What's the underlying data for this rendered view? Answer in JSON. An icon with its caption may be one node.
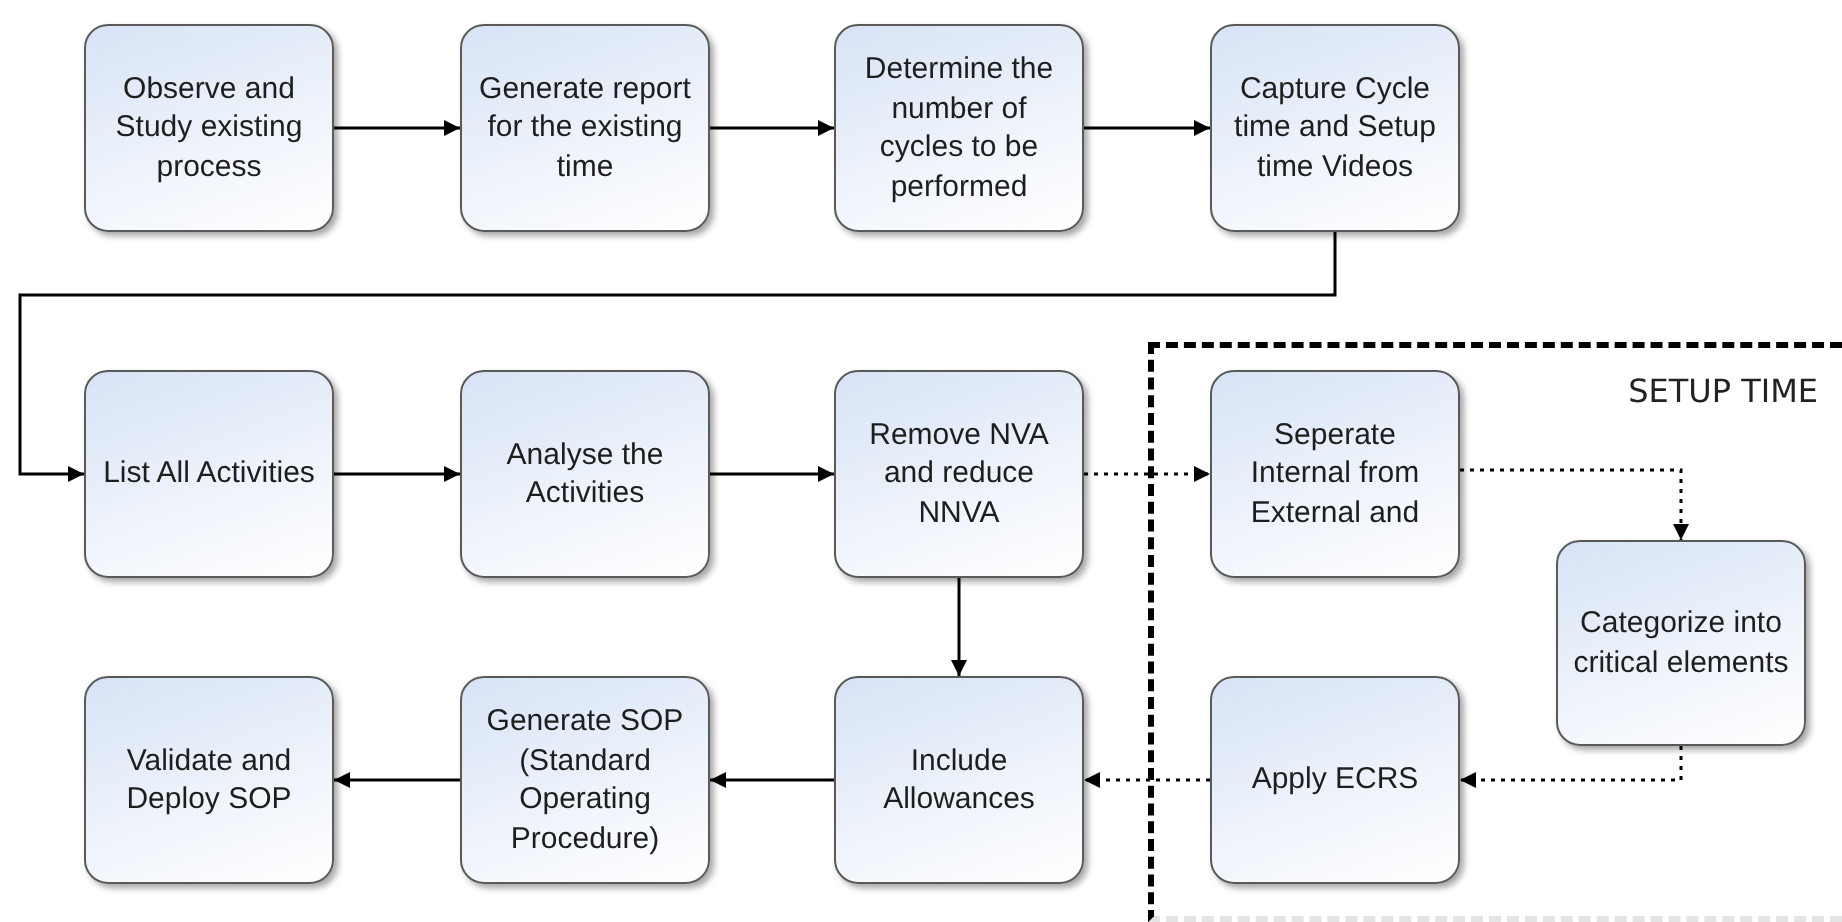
{
  "diagram": {
    "nodes": [
      {
        "text": [
          "Observe and Study existing process"
        ]
      },
      {
        "text": [
          "Generate report for the existing time"
        ]
      },
      {
        "text": [
          "Determine the number of cycles to be performed"
        ]
      },
      {
        "text": [
          "Capture Cycle time and Setup time Videos"
        ]
      },
      {
        "text": [
          "List All Activities"
        ]
      },
      {
        "text": [
          "Analyse the Activities"
        ]
      },
      {
        "text": [
          "Remove NVA and reduce NNVA"
        ]
      },
      {
        "text": [
          "SETUP TIME"
        ]
      },
      {
        "text": [
          "Seperate Internal from External and"
        ],
        "in": 7
      },
      {
        "text": [
          "Categorize into critical elements"
        ],
        "in": 7
      },
      {
        "text": [
          "Validate and Deploy SOP"
        ]
      },
      {
        "text": [
          "Generate SOP (Standard Operating Procedure)"
        ]
      },
      {
        "text": [
          "Include Allowances"
        ]
      },
      {
        "text": [
          "Apply ECRS"
        ],
        "in": 7
      }
    ],
    "edges": [
      {
        "from": 0,
        "to": 1,
        "arrow": "to"
      },
      {
        "from": 1,
        "to": 2,
        "arrow": "to"
      },
      {
        "from": 2,
        "to": 3,
        "arrow": "to"
      },
      {
        "from": 3,
        "to": 4,
        "arrow": "to"
      },
      {
        "from": 4,
        "to": 5,
        "arrow": "to"
      },
      {
        "from": 5,
        "to": 6,
        "arrow": "to"
      },
      {
        "from": 6,
        "to": 8,
        "arrow": "to",
        "style": "dashed"
      },
      {
        "from": 8,
        "to": 9,
        "arrow": "to",
        "style": "dashed"
      },
      {
        "from": 9,
        "to": 13,
        "arrow": "to",
        "style": "dashed"
      },
      {
        "from": 13,
        "to": 12,
        "arrow": "to",
        "style": "dashed"
      },
      {
        "from": 6,
        "to": 12,
        "arrow": "to"
      },
      {
        "from": 12,
        "to": 11,
        "arrow": "to"
      },
      {
        "from": 11,
        "to": 10,
        "arrow": "to"
      }
    ]
  }
}
